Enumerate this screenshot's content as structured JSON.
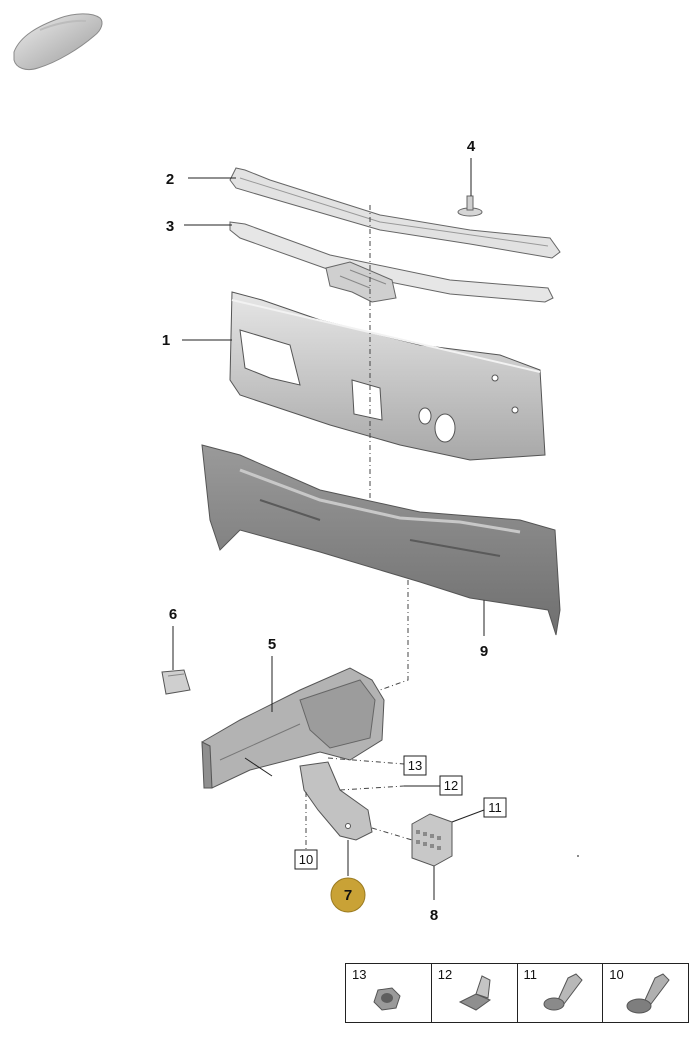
{
  "callouts": {
    "c1": "1",
    "c2": "2",
    "c3": "3",
    "c4": "4",
    "c5": "5",
    "c6": "6",
    "c7": "7",
    "c8": "8",
    "c9": "9"
  },
  "boxed": {
    "b10": "10",
    "b11": "11",
    "b12": "12",
    "b13": "13"
  },
  "legend": [
    "13",
    "12",
    "11",
    "10"
  ],
  "colors": {
    "highlight": "#C9A236",
    "part_fill": "#d9d9d9",
    "part_stroke": "#555555"
  },
  "icons": {
    "thumbnail": "car-silhouette-icon"
  }
}
